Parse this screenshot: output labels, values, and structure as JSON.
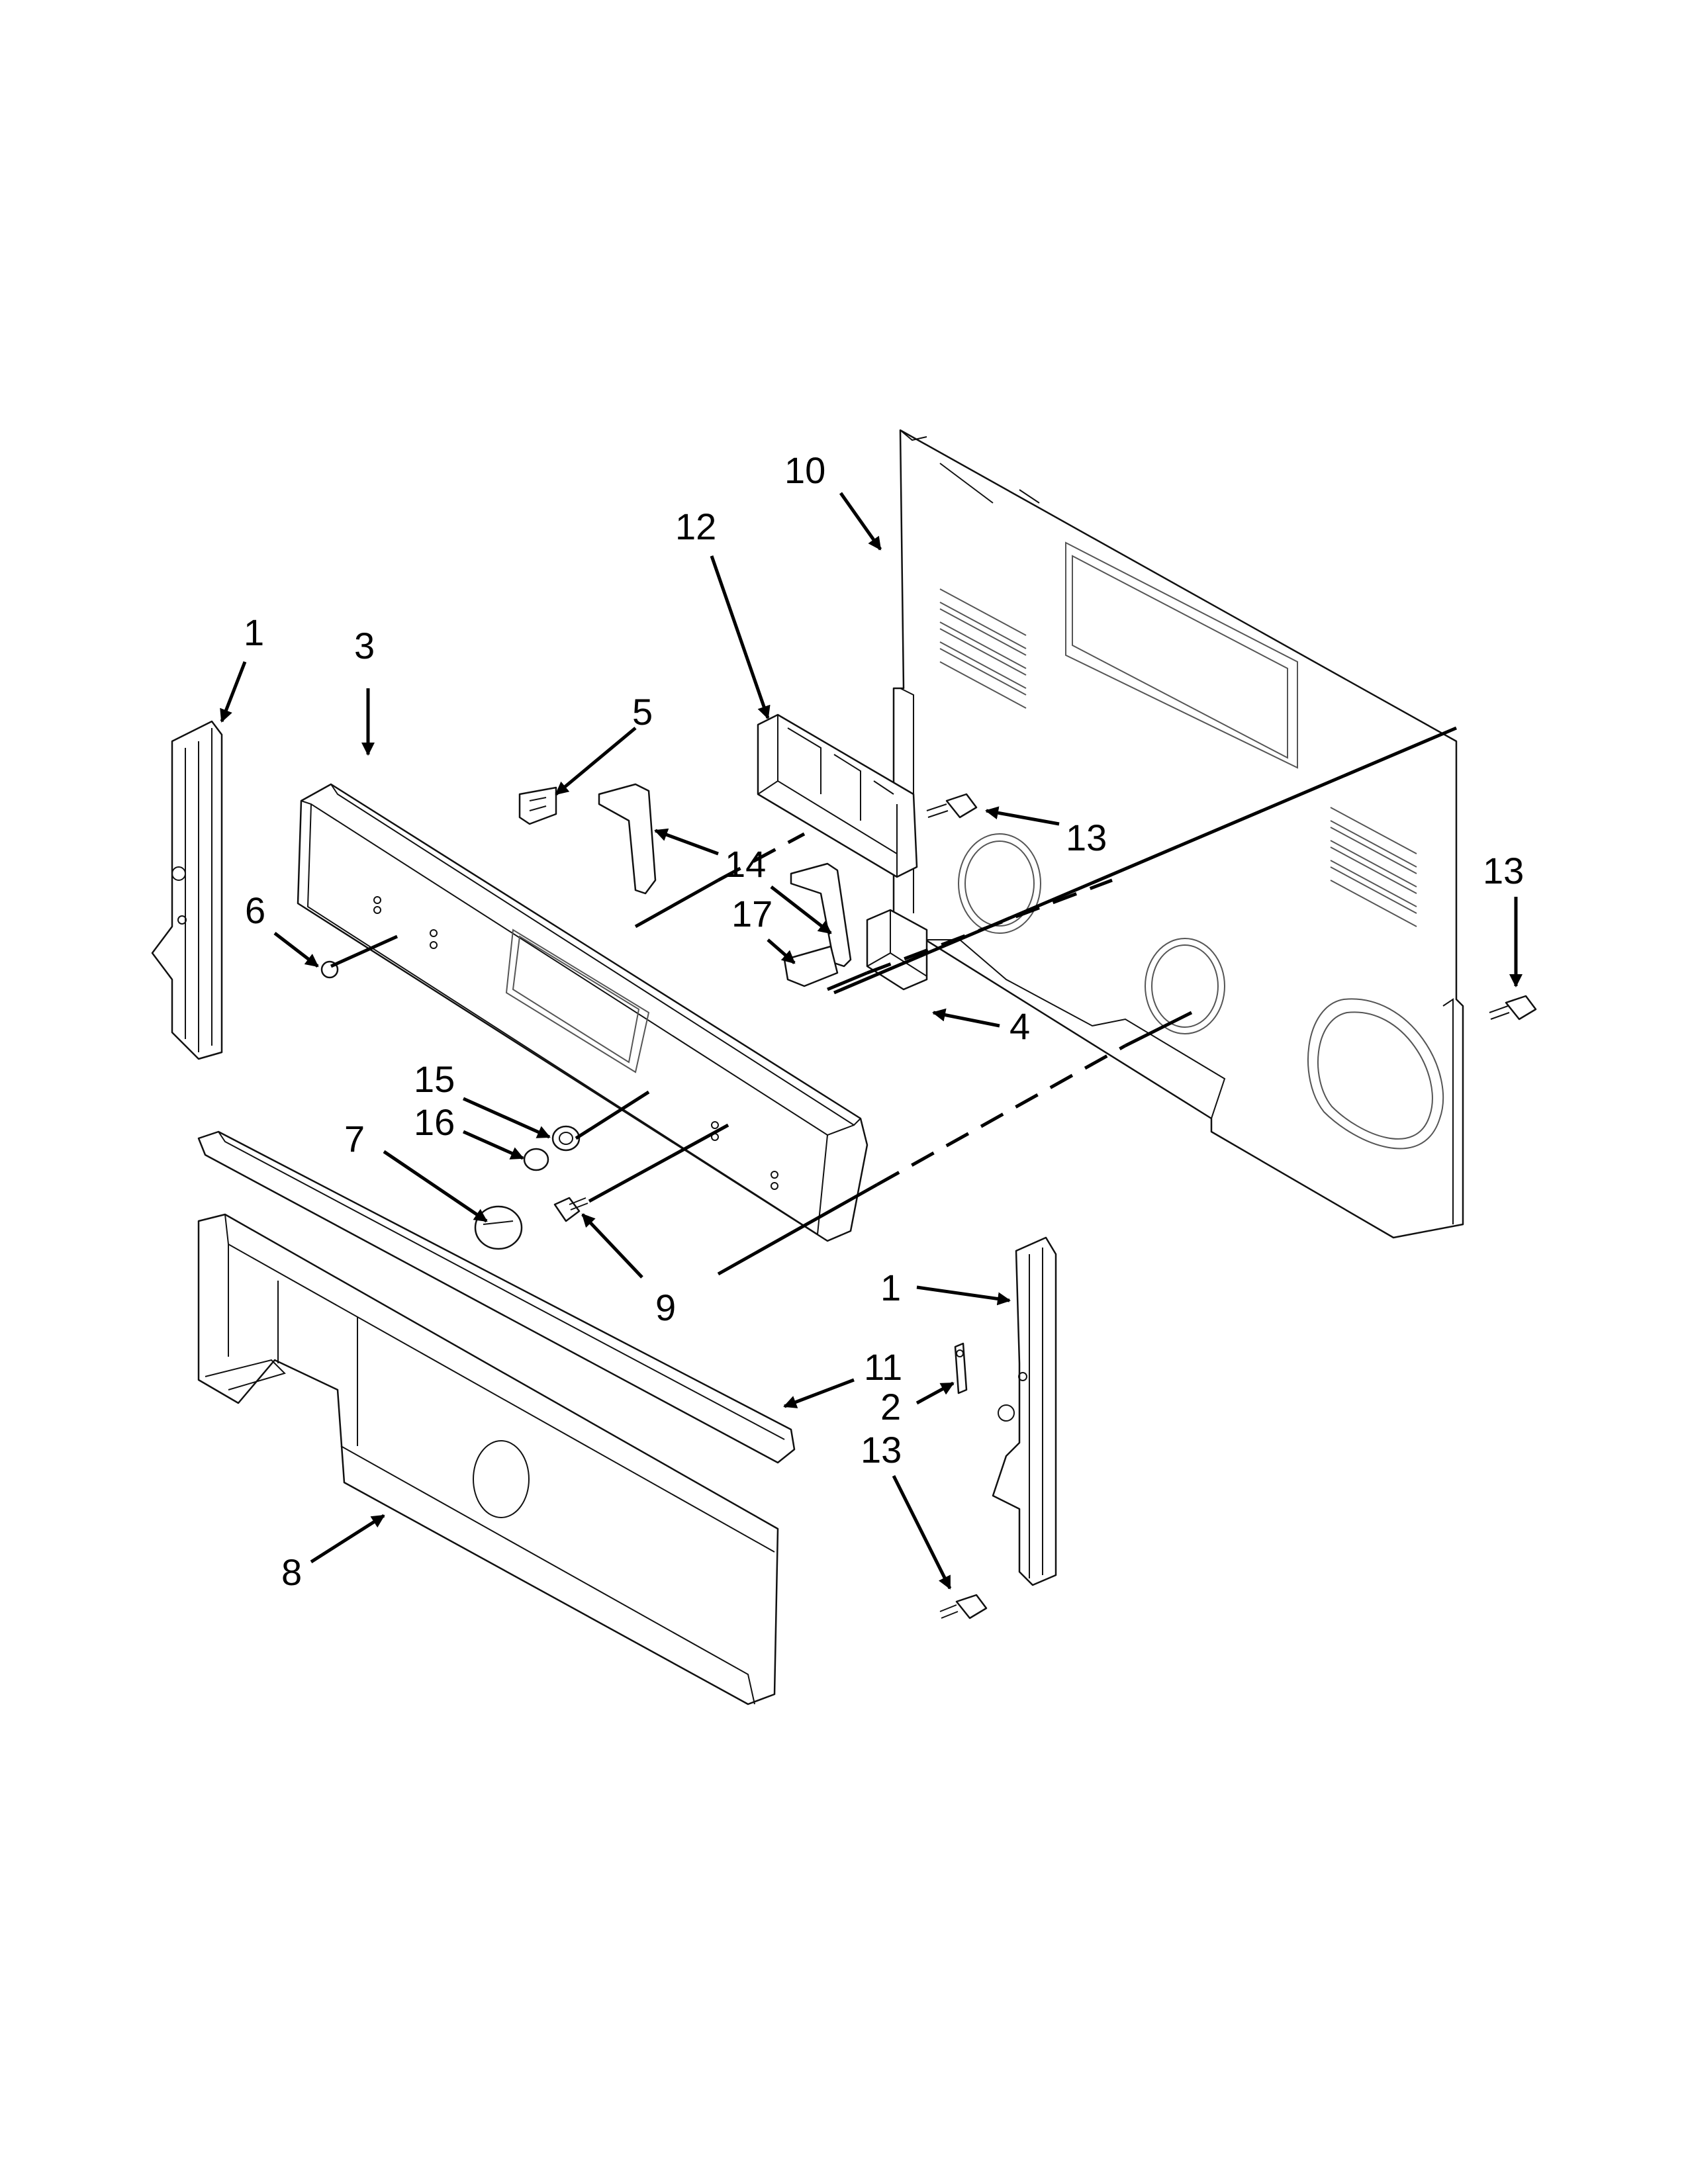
{
  "callouts": {
    "c1_left": "1",
    "c3": "3",
    "c5": "5",
    "c6": "6",
    "c10": "10",
    "c12": "12",
    "c13_mid": "13",
    "c13_right": "13",
    "c14": "14",
    "c17": "17",
    "c4": "4",
    "c15": "15",
    "c16": "16",
    "c7": "7",
    "c9": "9",
    "c1_right": "1",
    "c11": "11",
    "c2": "2",
    "c13_bottom": "13",
    "c8": "8"
  },
  "colors": {
    "line": "#111111",
    "background": "#ffffff"
  }
}
